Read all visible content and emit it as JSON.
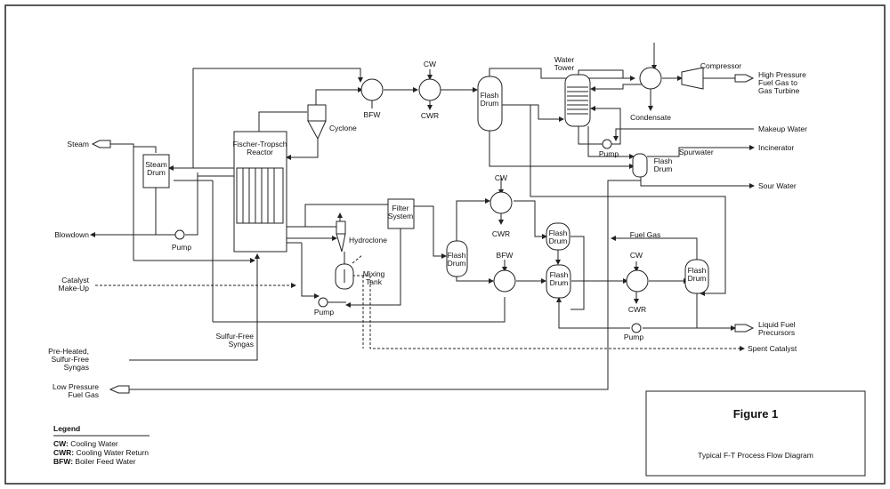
{
  "equipment": {
    "reactor": "Fischer-Tropsch Reactor",
    "cyclone": "Cyclone",
    "steam_drum": "Steam Drum",
    "filter_system": "Filter System",
    "hydroclone": "Hydroclone",
    "mixing_tank": "Mixing Tank",
    "water_tower": "Water Tower",
    "compressor": "Compressor",
    "flash_drum": "Flash Drum",
    "pump": "Pump",
    "bfw": "BFW",
    "cw": "CW",
    "cwr": "CWR",
    "condensate": "Condensate",
    "spurwater": "Spurwater",
    "fuel_gas": "Fuel Gas"
  },
  "streams": {
    "steam": "Steam",
    "blowdown": "Blowdown",
    "catalyst_makeup": "Catalyst Make-Up",
    "syngas_in": "Pre-Heated, Sulfur-Free Syngas",
    "syngas_label": "Sulfur-Free Syngas",
    "low_pressure_fuel_gas": "Low Pressure Fuel Gas",
    "high_pressure_fuel_gas": "High Pressure Fuel Gas to Gas Turbine",
    "makeup_water": "Makeup Water",
    "incinerator": "Incinerator",
    "sour_water": "Sour Water",
    "liquid_fuel_precursors": "Liquid Fuel Precursors",
    "spent_catalyst": "Spent Catalyst"
  },
  "legend": {
    "title": "Legend",
    "items": [
      {
        "abbr": "CW:",
        "text": "Cooling Water"
      },
      {
        "abbr": "CWR:",
        "text": "Cooling Water Return"
      },
      {
        "abbr": "BFW:",
        "text": "Boiler Feed Water"
      }
    ]
  },
  "figure": {
    "title": "Figure 1",
    "caption": "Typical F-T Process Flow Diagram"
  }
}
